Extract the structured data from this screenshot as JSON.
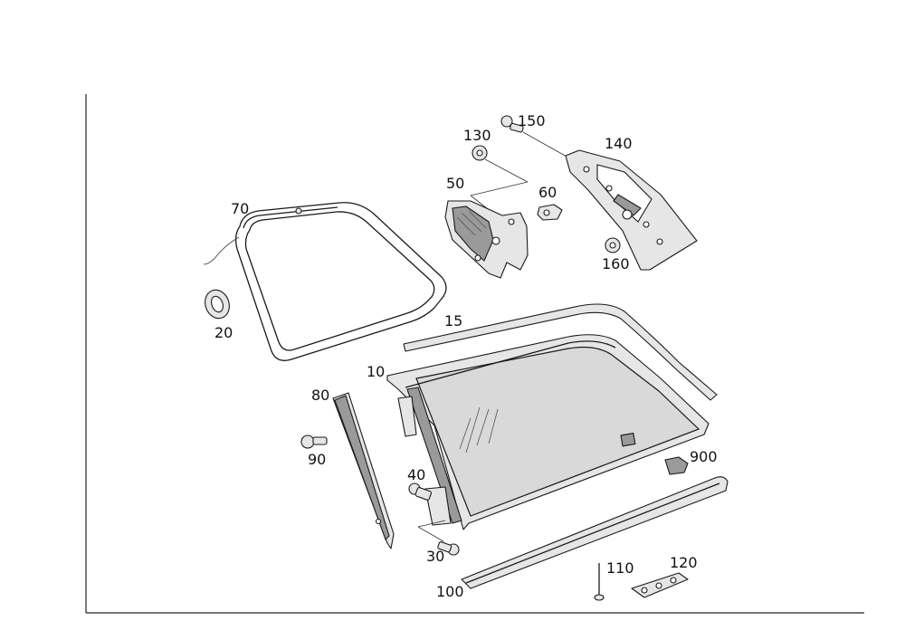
{
  "diagram": {
    "callouts": {
      "p10": "10",
      "p15": "15",
      "p20": "20",
      "p30": "30",
      "p40": "40",
      "p50": "50",
      "p60": "60",
      "p70": "70",
      "p80": "80",
      "p90": "90",
      "p100": "100",
      "p110": "110",
      "p120": "120",
      "p130": "130",
      "p140": "140",
      "p150": "150",
      "p160": "160",
      "p900": "900"
    }
  },
  "colors": {
    "line": "#1a1a1a",
    "part_fill": "#e6e6e6",
    "glass_fill": "#d9d9d9",
    "background": "#ffffff"
  }
}
